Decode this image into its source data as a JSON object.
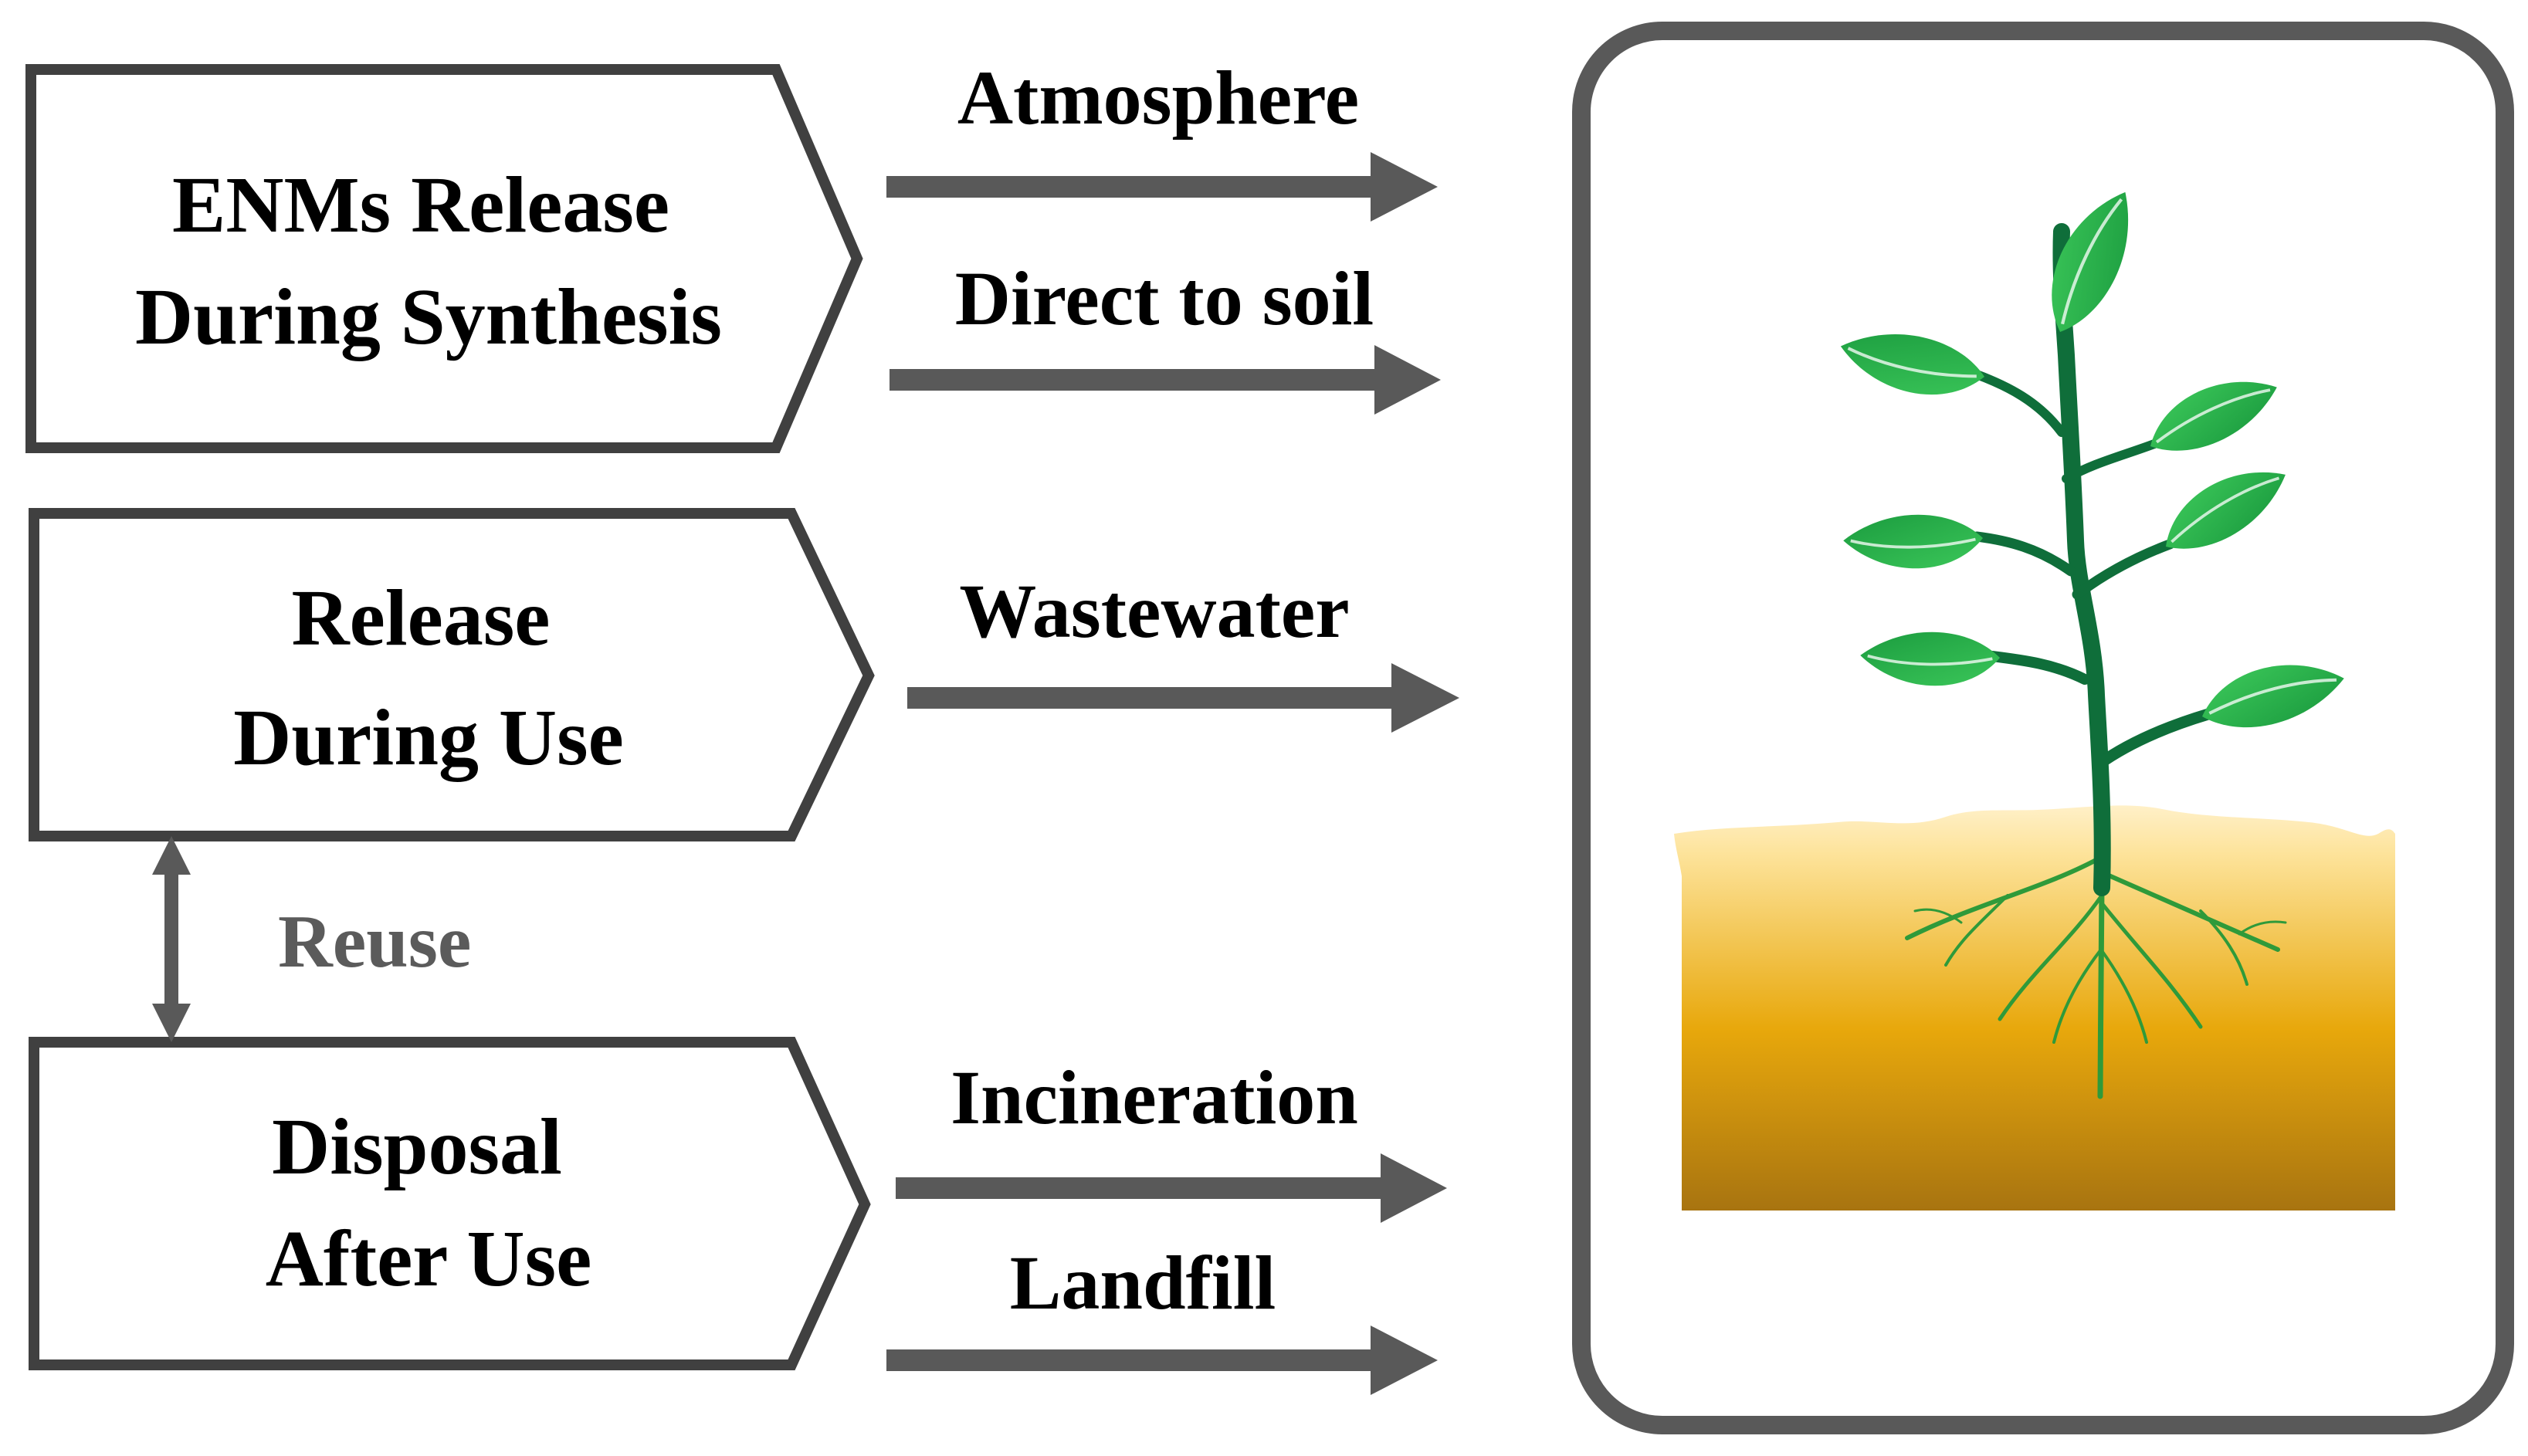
{
  "stages": [
    {
      "line1": "ENMs Release",
      "line2": "During Synthesis"
    },
    {
      "line1": "Release",
      "line2": "During Use"
    },
    {
      "line1": "Disposal",
      "line2": "After Use"
    }
  ],
  "routes": [
    "Atmosphere",
    "Direct to soil",
    "Wastewater",
    "Incineration",
    "Landfill"
  ],
  "reuse_label": "Reuse",
  "colors": {
    "outline": "#404040",
    "arrow": "#595959",
    "reuse_text": "#5b5b5b",
    "leaf": "#22b04a",
    "stem": "#0f6e3a",
    "soil_top": "#fde39a",
    "soil_mid": "#e8a80c",
    "soil_bottom": "#a87410"
  }
}
